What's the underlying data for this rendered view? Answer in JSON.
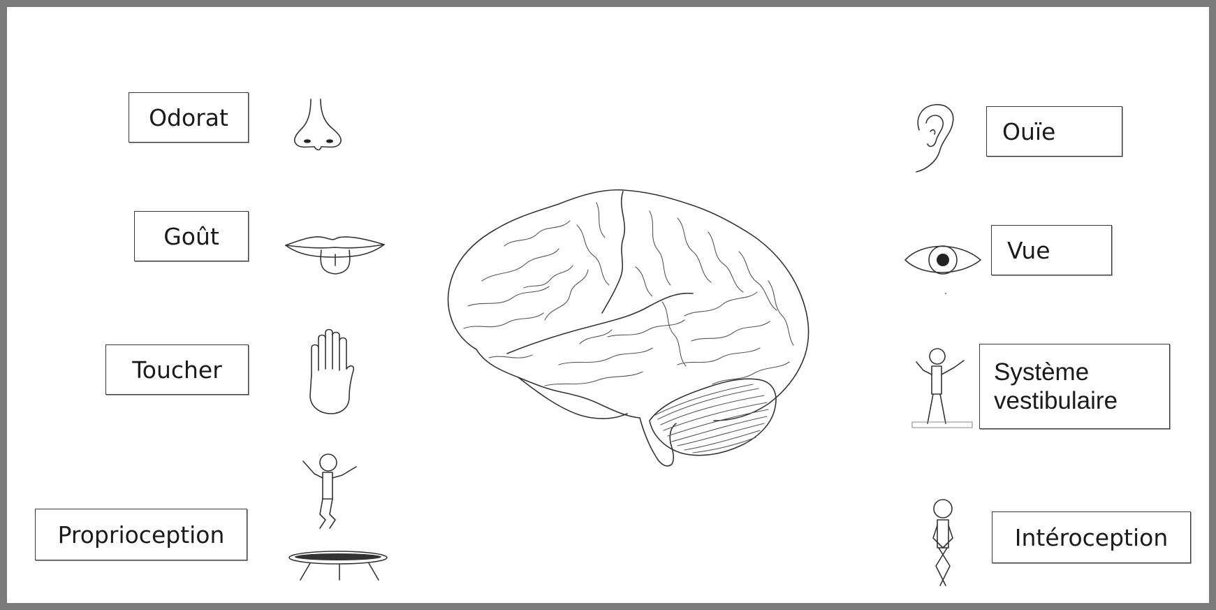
{
  "center": {
    "icon": "brain-icon"
  },
  "senses_left": [
    {
      "id": "odorat",
      "label": "Odorat",
      "icon": "nose-icon"
    },
    {
      "id": "gout",
      "label": "Goût",
      "icon": "mouth-tongue-icon"
    },
    {
      "id": "toucher",
      "label": "Toucher",
      "icon": "hand-icon"
    },
    {
      "id": "proprioception",
      "label": "Proprioception",
      "icon": "trampoline-jumper-icon"
    }
  ],
  "senses_right": [
    {
      "id": "ouie",
      "label": "Ouïe",
      "icon": "ear-icon"
    },
    {
      "id": "vue",
      "label": "Vue",
      "icon": "eye-icon"
    },
    {
      "id": "vestibulaire",
      "label_lines": [
        "Système",
        "vestibulaire"
      ],
      "icon": "balancing-figure-icon"
    },
    {
      "id": "interoception",
      "label": "Intéroception",
      "icon": "crossed-legs-figure-icon"
    }
  ],
  "colors": {
    "frame": "#7a7a7a",
    "background": "#ffffff",
    "stroke": "#333333"
  }
}
